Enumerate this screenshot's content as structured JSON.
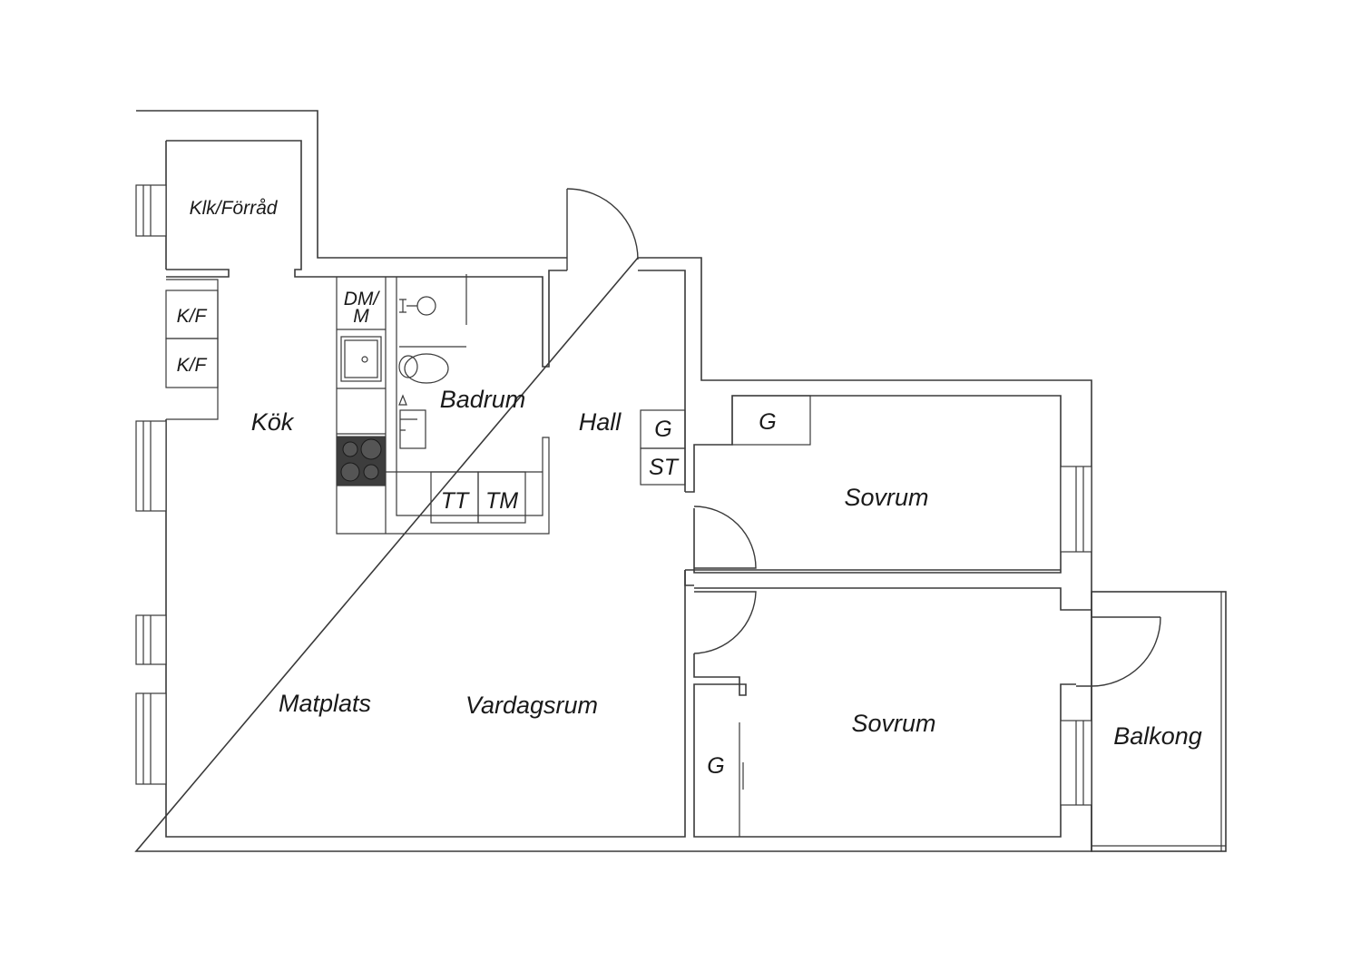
{
  "rooms": {
    "klk_forrad": "Klk/Förråd",
    "kok": "Kök",
    "badrum": "Badrum",
    "hall": "Hall",
    "sovrum_upper": "Sovrum",
    "sovrum_lower": "Sovrum",
    "matplats": "Matplats",
    "vardagsrum": "Vardagsrum",
    "balkong": "Balkong"
  },
  "fixtures": {
    "kf_1": "K/F",
    "kf_2": "K/F",
    "dm_line1": "DM/",
    "dm_line2": "M",
    "tt": "TT",
    "tm": "TM",
    "hall_g": "G",
    "hall_st": "ST",
    "sovrum_upper_g": "G",
    "sovrum_lower_g": "G"
  }
}
